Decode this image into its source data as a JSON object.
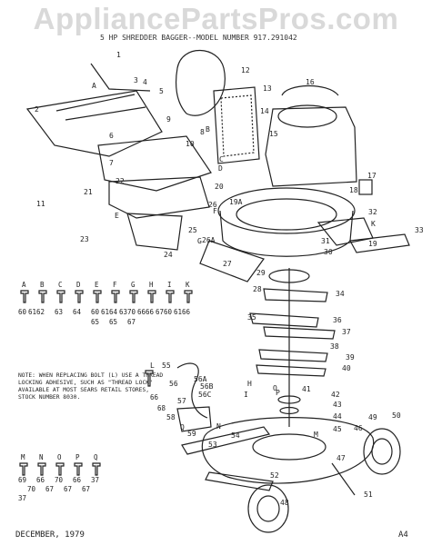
{
  "watermark": "AppliancePartsPros.com",
  "title": "5 HP SHREDDER BAGGER--MODEL NUMBER 917.291042",
  "note": "NOTE: WHEN REPLACING BOLT (L) USE A THREAD LOCKING ADHESIVE, SUCH AS \"THREAD LOCK\" AVAILABLE AT MOST SEARS RETAIL STORES, STOCK NUMBER 8030.",
  "note_letter": "L",
  "footer": {
    "date": "DECEMBER, 1979",
    "page": "A4"
  },
  "hardware_legend": {
    "row1": [
      {
        "letter": "A",
        "refs": [
          "60",
          "61"
        ]
      },
      {
        "letter": "B",
        "refs": [
          "62"
        ]
      },
      {
        "letter": "C",
        "refs": [
          "63"
        ]
      },
      {
        "letter": "D",
        "refs": [
          "64"
        ]
      },
      {
        "letter": "E",
        "refs": [
          "60",
          "61",
          "65"
        ]
      },
      {
        "letter": "F",
        "refs": [
          "64",
          "63",
          "65"
        ]
      },
      {
        "letter": "G",
        "refs": [
          "70",
          "66",
          "67"
        ]
      },
      {
        "letter": "H",
        "refs": [
          "66",
          "67"
        ]
      },
      {
        "letter": "I",
        "refs": [
          "60",
          "61"
        ]
      },
      {
        "letter": "K",
        "refs": [
          "66"
        ]
      }
    ],
    "l_refs": [
      "66",
      "68"
    ],
    "row2": [
      {
        "letter": "M",
        "refs": [
          "69",
          "70",
          "37"
        ]
      },
      {
        "letter": "N",
        "refs": [
          "66",
          "67"
        ]
      },
      {
        "letter": "O",
        "refs": [
          "70",
          "67"
        ]
      },
      {
        "letter": "P",
        "refs": [
          "66",
          "67"
        ]
      },
      {
        "letter": "Q",
        "refs": [
          "37"
        ]
      }
    ]
  },
  "callouts": [
    "1",
    "2",
    "3",
    "4",
    "5",
    "6",
    "7",
    "8",
    "9",
    "10",
    "11",
    "12",
    "13",
    "14",
    "15",
    "16",
    "17",
    "18",
    "19",
    "19A",
    "20",
    "21",
    "22",
    "23",
    "24",
    "25",
    "26",
    "26A",
    "27",
    "28",
    "29",
    "30",
    "31",
    "32",
    "33",
    "34",
    "35",
    "36",
    "37",
    "38",
    "39",
    "40",
    "41",
    "42",
    "43",
    "44",
    "45",
    "46",
    "47",
    "48",
    "49",
    "50",
    "51",
    "52",
    "53",
    "54",
    "55",
    "56",
    "56A",
    "56B",
    "56C",
    "57",
    "58",
    "59"
  ],
  "callout_letters": [
    "A",
    "B",
    "C",
    "D",
    "E",
    "F",
    "G",
    "H",
    "I",
    "K",
    "M",
    "N",
    "O",
    "P",
    "Q"
  ]
}
